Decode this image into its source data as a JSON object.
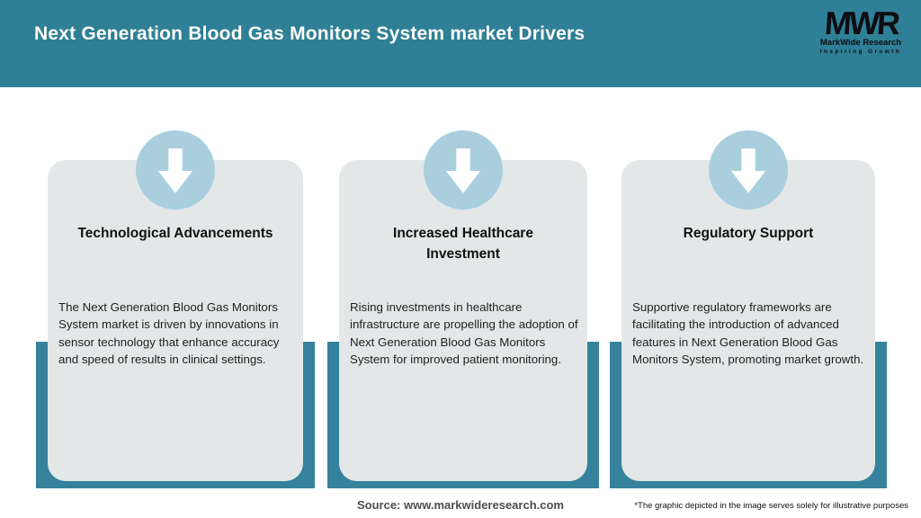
{
  "header": {
    "title": "Next Generation Blood Gas Monitors System market Drivers",
    "logo": {
      "acronym": "MWR",
      "name": "MarkWide Research",
      "tagline": "Inspiring Growth"
    }
  },
  "cards": [
    {
      "icon": "down-arrow-icon",
      "title": "Technological Advancements",
      "body": "The Next Generation Blood Gas Monitors System market is driven by innovations in sensor technology that enhance accuracy and speed of results in clinical settings."
    },
    {
      "icon": "down-arrow-icon",
      "title": "Increased Healthcare Investment",
      "body": "Rising investments in healthcare infrastructure are propelling the adoption of Next Generation Blood Gas Monitors System for improved patient monitoring."
    },
    {
      "icon": "down-arrow-icon",
      "title": "Regulatory Support",
      "body": "Supportive regulatory frameworks are facilitating the introduction of advanced features in Next Generation Blood Gas Monitors System, promoting market growth."
    }
  ],
  "footer": {
    "source": "Source: www.markwideresearch.com",
    "disclaimer": "*The graphic depicted in the image serves solely for illustrative purposes"
  },
  "colors": {
    "header_teal": "#2F7F96",
    "backing_teal": "#36829D",
    "circle_blue": "#A9CFDF",
    "card_gray": "#E4E7E8",
    "arrow_white": "#FFFFFF",
    "title_white": "#FCFCF8"
  }
}
